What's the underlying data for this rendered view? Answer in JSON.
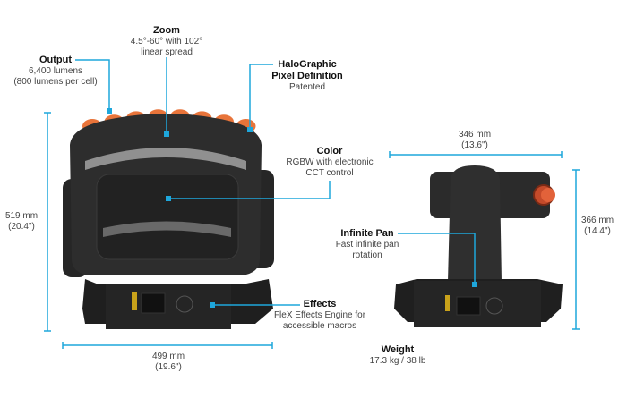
{
  "accent_color": "#1ea7dc",
  "callouts": {
    "zoom": {
      "title": "Zoom",
      "lines": [
        "4.5°-60° with 102°",
        "linear spread"
      ]
    },
    "output": {
      "title": "Output",
      "lines": [
        "6,400 lumens",
        "(800 lumens per cell)"
      ]
    },
    "halographic": {
      "title_lines": [
        "HaloGraphic",
        "Pixel Definition"
      ],
      "lines": [
        "Patented"
      ]
    },
    "color": {
      "title": "Color",
      "lines": [
        "RGBW with electronic",
        "CCT control"
      ]
    },
    "infinite_pan": {
      "title": "Infinite Pan",
      "lines": [
        "Fast infinite pan",
        "rotation"
      ]
    },
    "effects": {
      "title": "Effects",
      "lines": [
        "FleX Effects Engine for",
        "accessible macros"
      ]
    },
    "weight": {
      "title": "Weight",
      "lines": [
        "17.3 kg / 38 lb"
      ]
    }
  },
  "dimensions": {
    "height_front": [
      "519 mm",
      "(20.4\")"
    ],
    "width_front": [
      "499 mm",
      "(19.6\")"
    ],
    "depth_side": [
      "346 mm",
      "(13.6\")"
    ],
    "height_side": [
      "366 mm",
      "(14.4\")"
    ]
  }
}
